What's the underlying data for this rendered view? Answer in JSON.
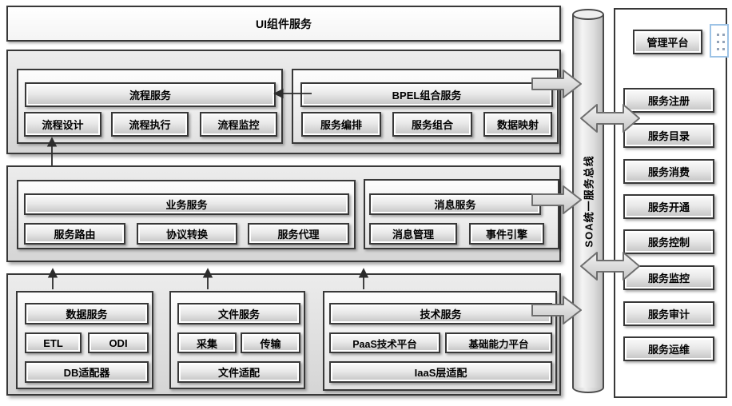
{
  "title_bar": {
    "label": "UI组件服务"
  },
  "bus": {
    "label": "SOA统一服务总线"
  },
  "groups": {
    "process": {
      "header": "流程服务",
      "items": [
        "流程设计",
        "流程执行",
        "流程监控"
      ]
    },
    "bpel": {
      "header": "BPEL组合服务",
      "items": [
        "服务编排",
        "服务组合",
        "数据映射"
      ]
    },
    "business": {
      "header": "业务服务",
      "items": [
        "服务路由",
        "协议转换",
        "服务代理"
      ]
    },
    "message": {
      "header": "消息服务",
      "items": [
        "消息管理",
        "事件引擎"
      ]
    },
    "data": {
      "header": "数据服务",
      "items": [
        "ETL",
        "ODI"
      ],
      "bottom": "DB适配器"
    },
    "file": {
      "header": "文件服务",
      "items": [
        "采集",
        "传输"
      ],
      "bottom": "文件适配"
    },
    "tech": {
      "header": "技术服务",
      "items": [
        "PaaS技术平台",
        "基础能力平台"
      ],
      "bottom": "IaaS层适配"
    }
  },
  "right_panel": {
    "management": "管理平台",
    "services": [
      "服务注册",
      "服务目录",
      "服务消费",
      "服务开通",
      "服务控制",
      "服务监控",
      "服务审计",
      "服务运维"
    ]
  },
  "colors": {
    "border": "#383838",
    "section_fill": "#e2e2e2",
    "handle_border": "#9dc3e6"
  }
}
